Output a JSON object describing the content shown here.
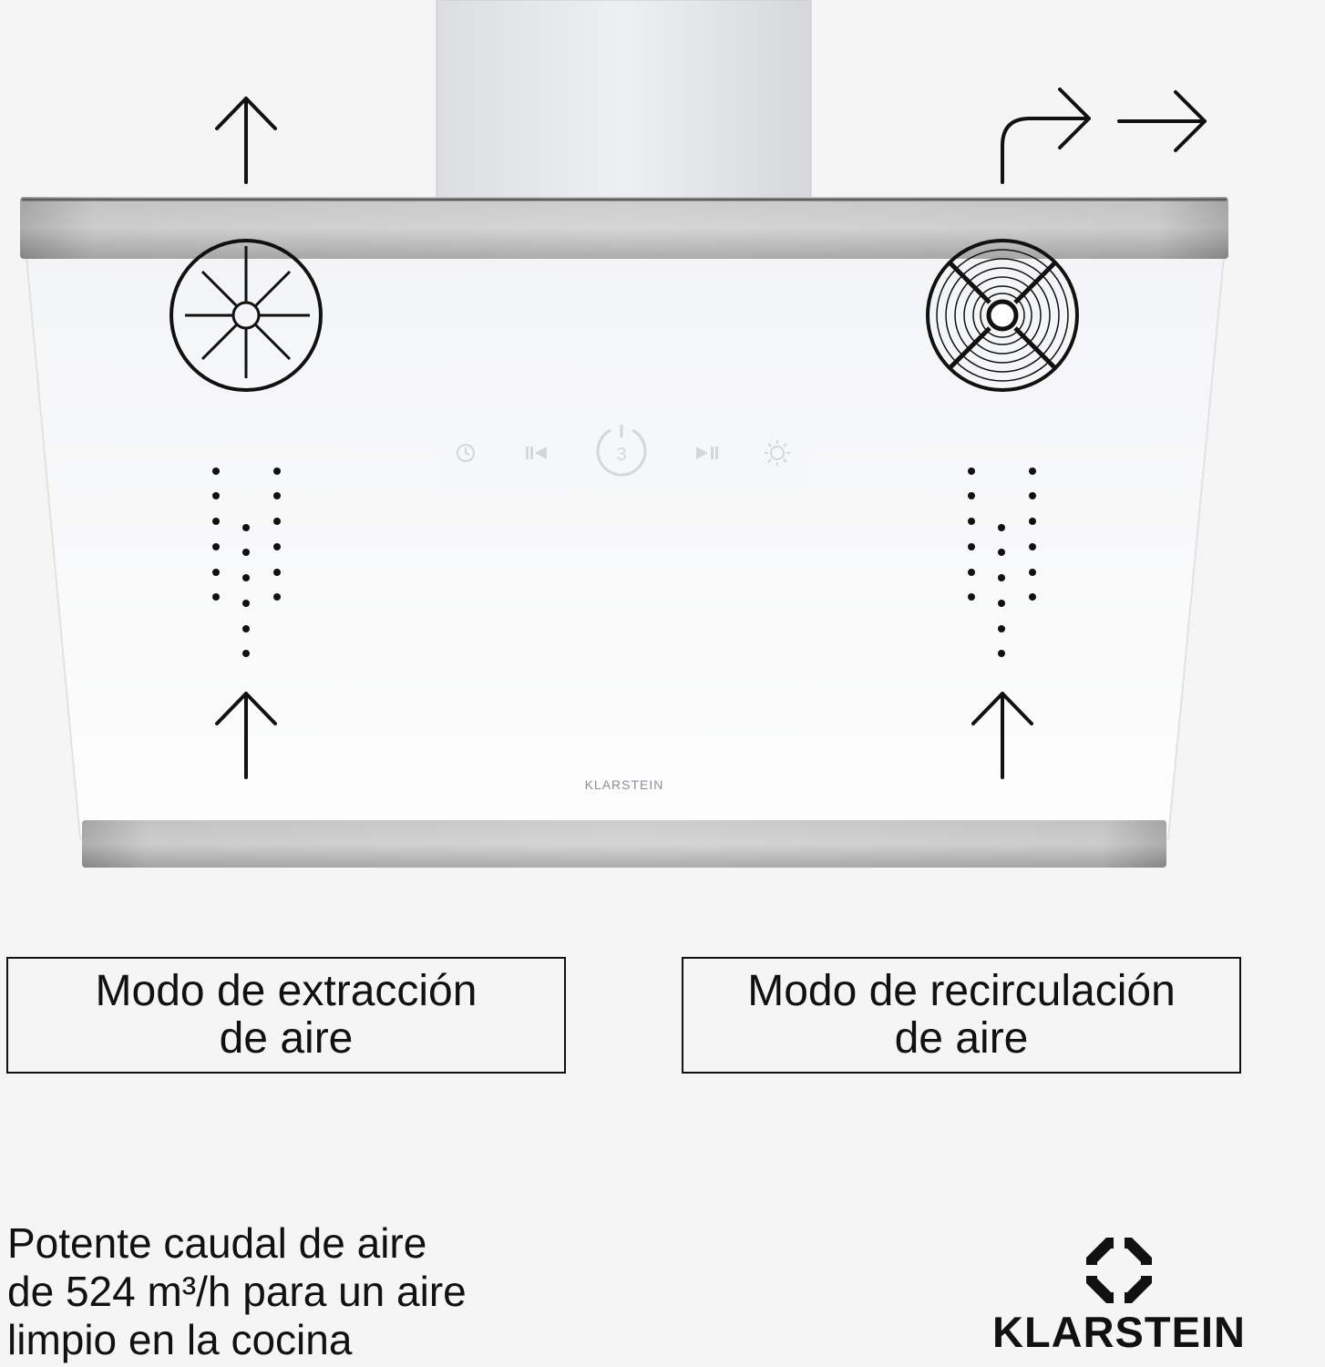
{
  "hood": {
    "brand_label": "KLARSTEIN",
    "speed_display": "3",
    "control_icons": [
      "clock-icon",
      "previous-icon",
      "power-icon",
      "next-icon",
      "light-icon"
    ]
  },
  "modes": {
    "extraction": {
      "line1": "Modo de extracción",
      "line2": "de aire",
      "icon": "fan-icon"
    },
    "recirculation": {
      "line1": "Modo de recirculación",
      "line2": "de aire",
      "icon": "filter-icon"
    }
  },
  "tagline": {
    "line1": "Potente caudal de aire",
    "line2": "de 524 m³/h para un aire",
    "line3": "limpio en la cocina"
  },
  "logo": {
    "wordmark": "KLARSTEIN"
  },
  "colors": {
    "background": "#f5f5f5",
    "glass": "#fafafa",
    "steel": "#9a9a9a",
    "ink": "#111111"
  }
}
